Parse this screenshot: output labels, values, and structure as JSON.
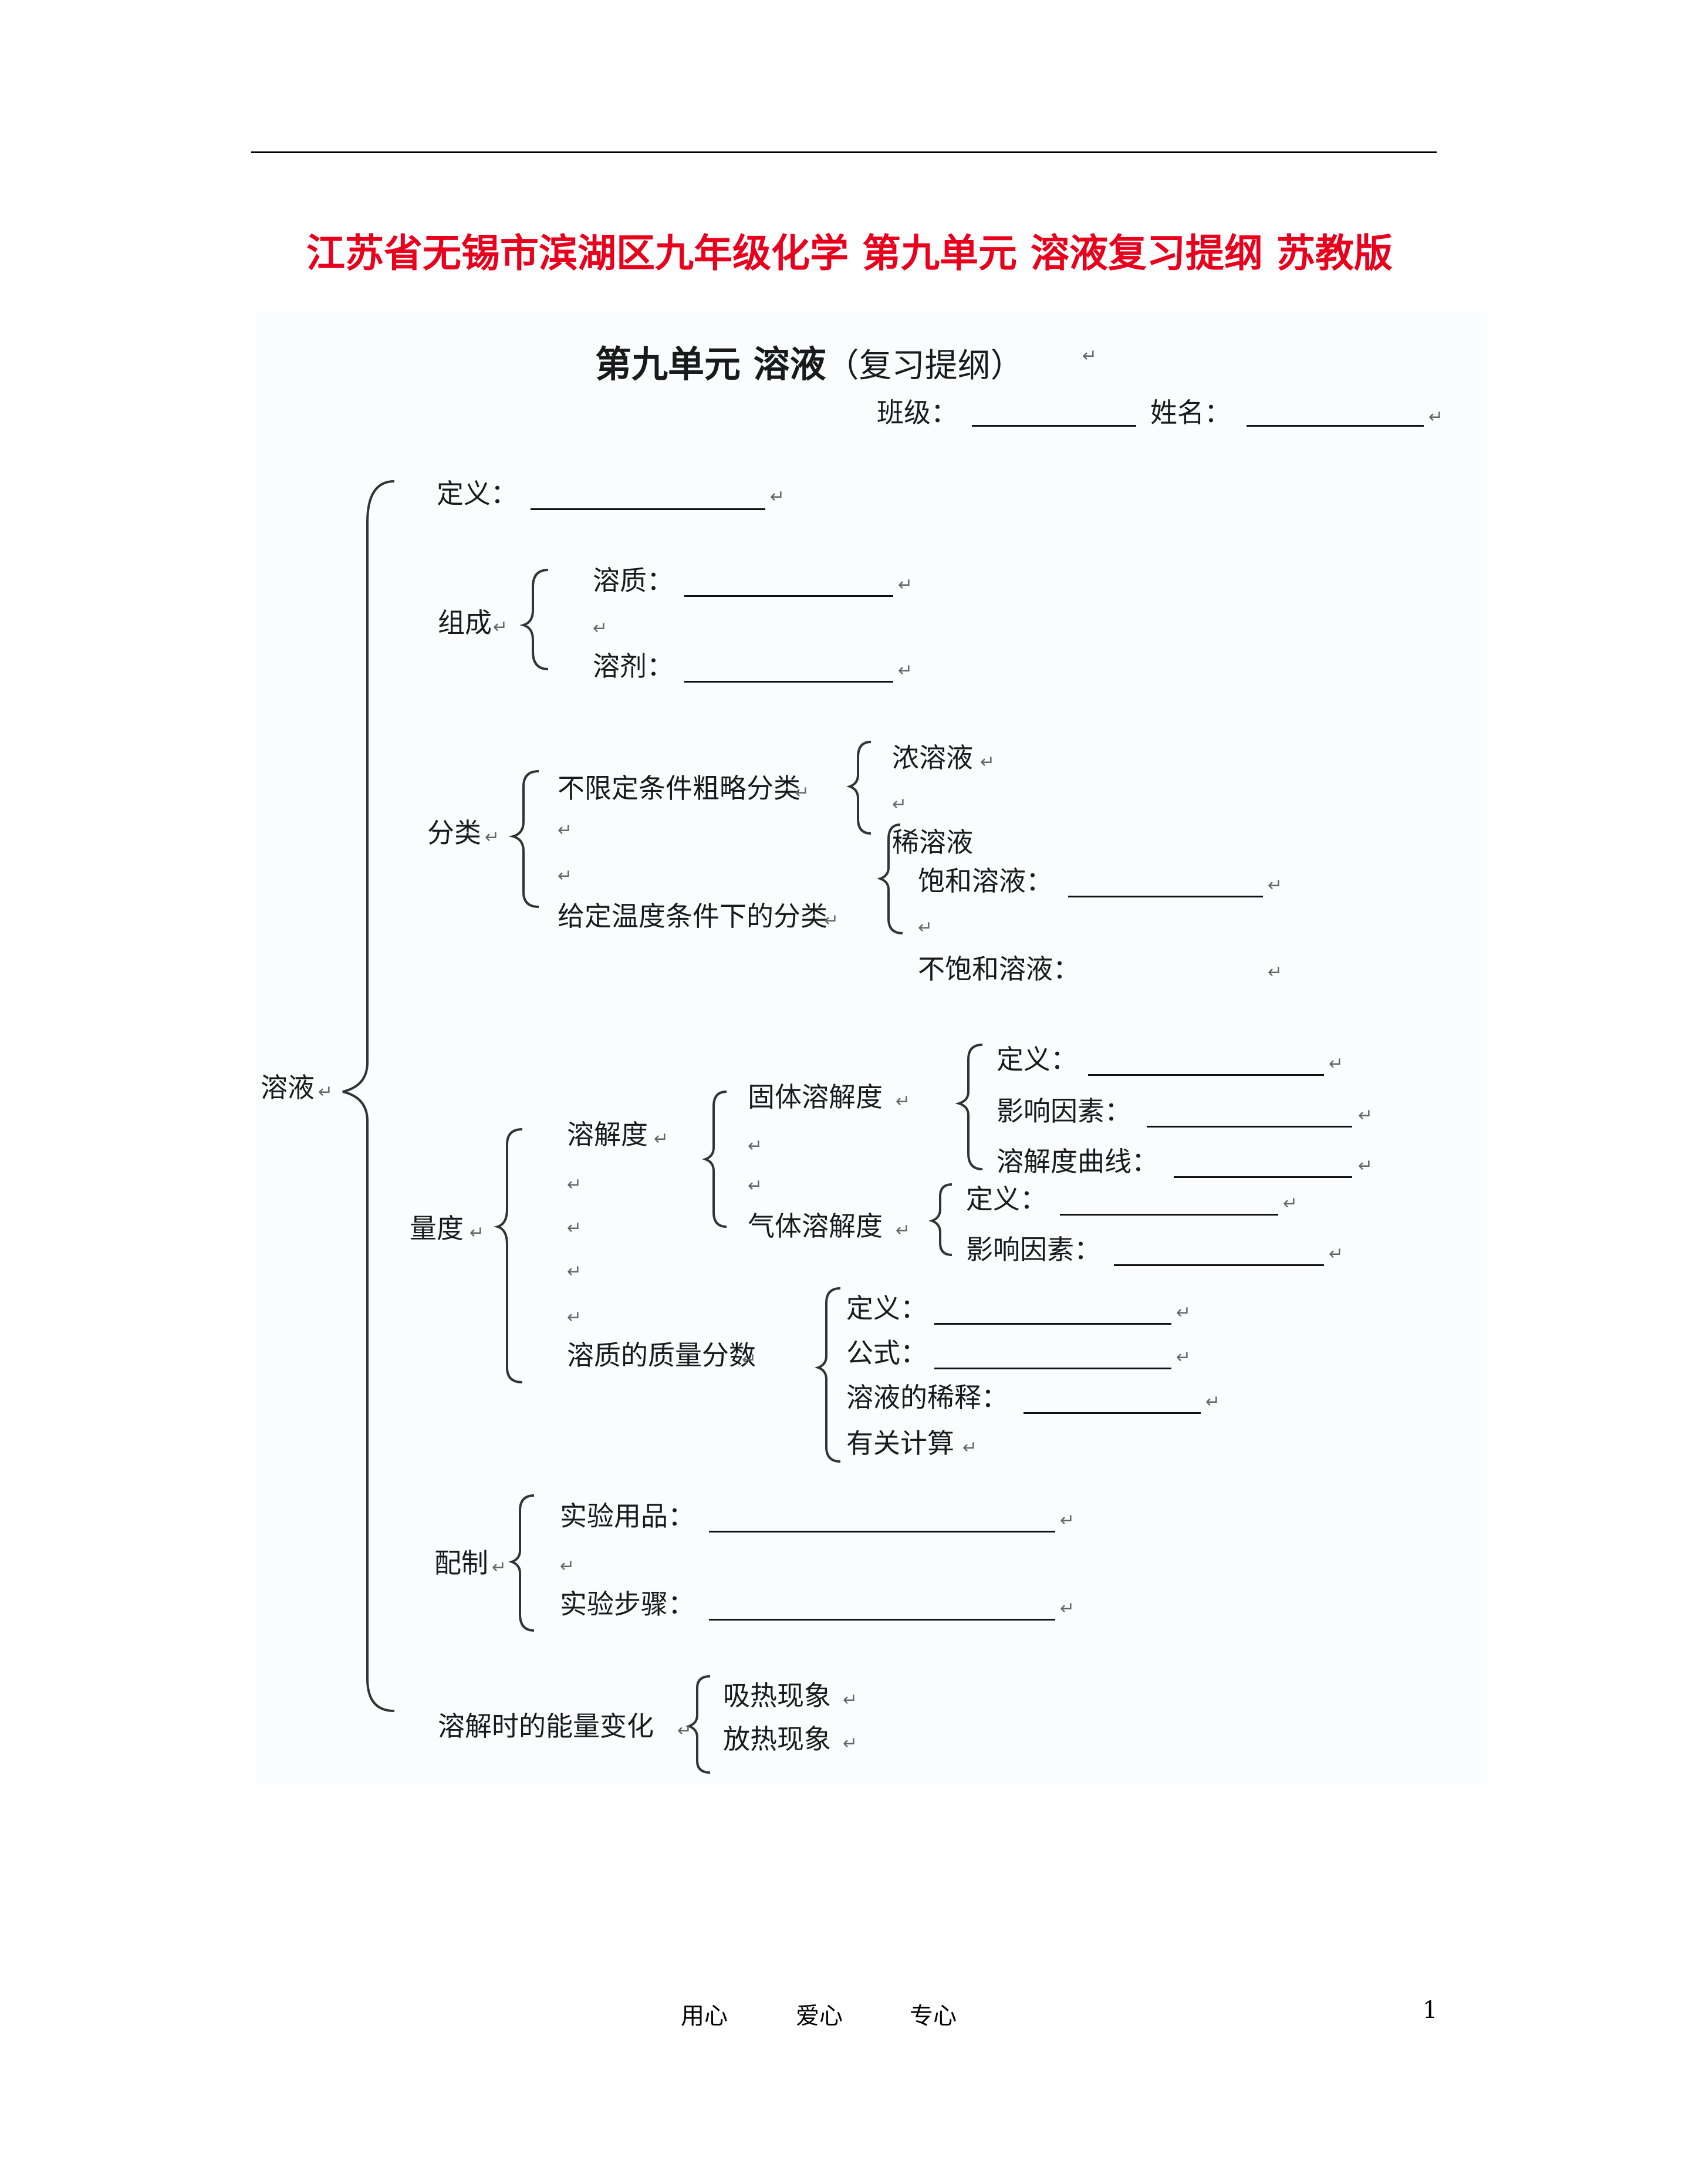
{
  "document_title": "江苏省无锡市滨湖区九年级化学 第九单元 溶液复习提纲 苏教版",
  "sheet": {
    "title_main": "第九单元 溶液",
    "title_sub": "（复习提纲）",
    "class_label": "班级：",
    "name_label": "姓名："
  },
  "tree": {
    "root": "溶液",
    "definition": "定义：",
    "composition": {
      "label": "组成",
      "solute": "溶质：",
      "solvent": "溶剂："
    },
    "classification": {
      "label": "分类",
      "rough": {
        "label": "不限定条件粗略分类",
        "concentrated": "浓溶液",
        "dilute": "稀溶液"
      },
      "temperature": {
        "label": "给定温度条件下的分类",
        "saturated": "饱和溶液：",
        "unsaturated": "不饱和溶液："
      }
    },
    "measure": {
      "label": "量度",
      "solubility": {
        "label": "溶解度",
        "solid": {
          "label": "固体溶解度",
          "definition": "定义：",
          "factors": "影响因素：",
          "curve": "溶解度曲线："
        },
        "gas": {
          "label": "气体溶解度",
          "definition": "定义：",
          "factors": "影响因素："
        }
      },
      "mass_fraction": {
        "label": "溶质的质量分数",
        "definition": "定义：",
        "formula": "公式：",
        "dilution": "溶液的稀释：",
        "calculation": "有关计算"
      }
    },
    "preparation": {
      "label": "配制",
      "materials": "实验用品：",
      "steps": "实验步骤："
    },
    "energy": {
      "label": "溶解时的能量变化",
      "absorb": "吸热现象",
      "release": "放热现象"
    }
  },
  "footer": {
    "left1": "用心",
    "left2": "爱心",
    "left3": "专心",
    "page_number": "1"
  }
}
